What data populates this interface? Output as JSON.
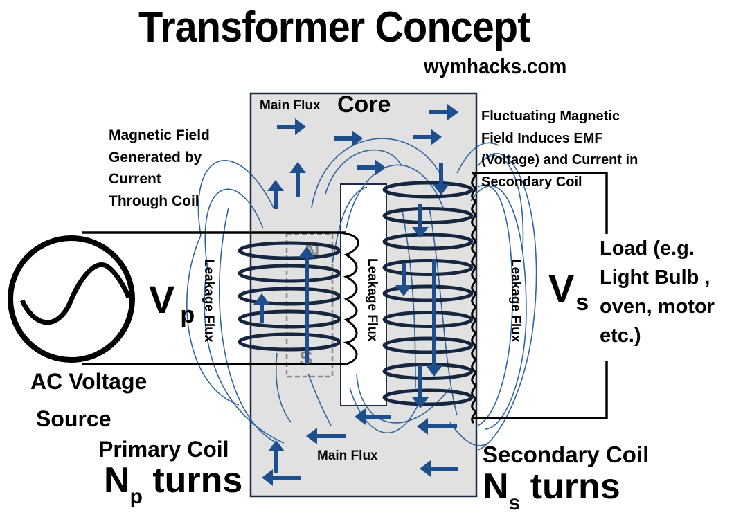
{
  "title": "Transformer Concept",
  "website": "wymhacks.com",
  "colors": {
    "core_fill": "#e1e1e1",
    "core_border": "#1d2b45",
    "flux_arrow": "#1f4e8c",
    "field_line": "#2e64a0",
    "coil": "#16263e",
    "wire": "#000000"
  },
  "labels": {
    "core": "Core",
    "main_flux_top": "Main Flux",
    "main_flux_bottom": "Main Flux",
    "magnetic_field_note": [
      "Magnetic Field",
      "Generated by",
      "Current",
      "Through Coil"
    ],
    "fluctuating_note": [
      "Fluctuating Magnetic",
      "Field Induces EMF",
      "(Voltage) and Current in",
      "Secondary Coil"
    ],
    "leakage_flux_left": "Leakage Flux",
    "leakage_flux_middle": "Leakage Flux",
    "leakage_flux_right": "Leakage Flux",
    "magnet_north": "N",
    "magnet_south": "S",
    "vp_main": "V",
    "vp_sub": "p",
    "vs_main": "V",
    "vs_sub": "s",
    "ac_source": [
      "AC Voltage",
      "Source"
    ],
    "load": [
      "Load (e.g.",
      "Light Bulb ,",
      "oven, motor",
      "etc.)"
    ],
    "primary_coil": "Primary Coil",
    "np_main": "N",
    "np_sub": "p",
    "np_turns": " turns",
    "secondary_coil": "Secondary Coil",
    "ns_main": "N",
    "ns_sub": "s",
    "ns_turns": " turns"
  },
  "icons": {
    "ac_source": "ac-sine-wave-source-icon",
    "flux_arrow": "flux-direction-arrow-icon"
  },
  "primary_coil_turns_drawn": 5,
  "secondary_coil_turns_drawn": 9
}
